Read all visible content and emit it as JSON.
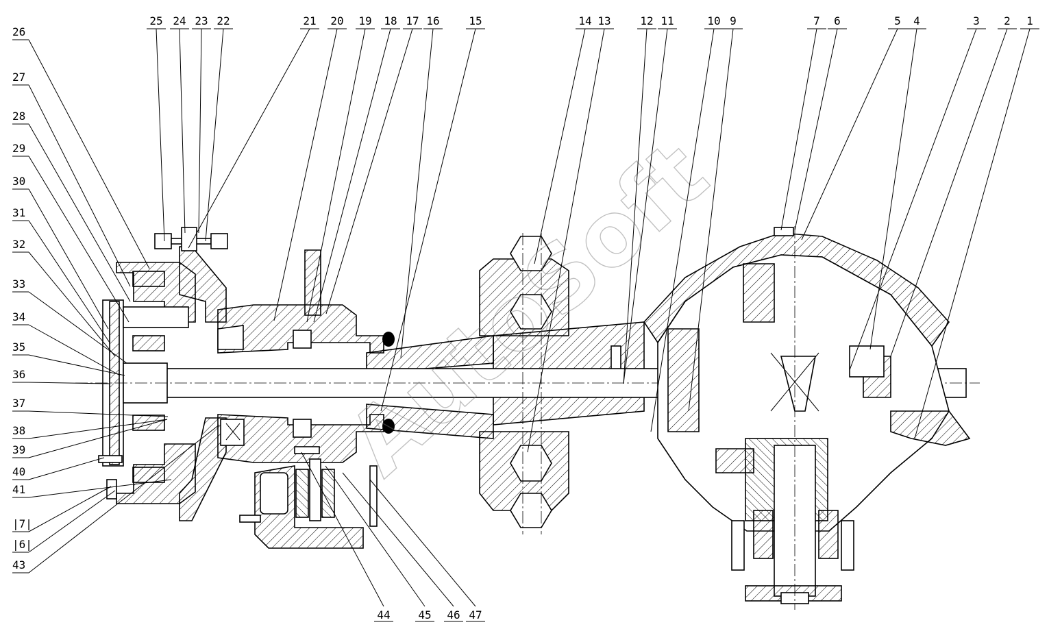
{
  "watermark": "AutoSoft",
  "callouts_top": [
    "25",
    "24",
    "23",
    "22",
    "21",
    "20",
    "19",
    "18",
    "17",
    "16",
    "15",
    "14",
    "13",
    "12",
    "11",
    "10",
    "9",
    "7",
    "6",
    "5",
    "4",
    "3",
    "2",
    "1"
  ],
  "callouts_left": [
    "26",
    "27",
    "28",
    "29",
    "30",
    "31",
    "32",
    "33",
    "34",
    "35",
    "36",
    "37",
    "38",
    "39",
    "40",
    "41",
    "|7|",
    "|6|",
    "43"
  ],
  "callouts_bottom": [
    "44",
    "45",
    "46",
    "47"
  ]
}
